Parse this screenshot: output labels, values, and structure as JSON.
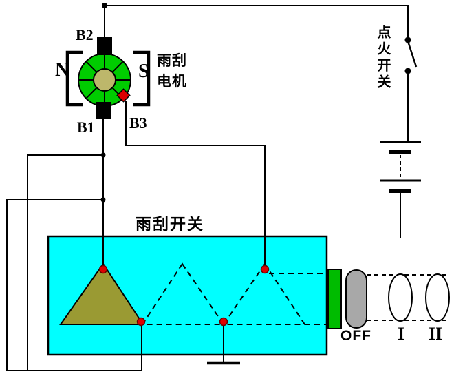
{
  "motor": {
    "label": "雨刮电机",
    "brushes": {
      "top": "B2",
      "bottom_left": "B1",
      "bottom_right": "B3"
    },
    "poles": {
      "left": "N",
      "right": "S"
    }
  },
  "ignition_switch": {
    "label": "点火开关"
  },
  "wiper_switch": {
    "label": "雨刮开关",
    "positions": {
      "off": "OFF",
      "pos1": "I",
      "pos2": "II"
    }
  },
  "colors": {
    "wire": "#000000",
    "switch_box_fill": "#00ffff",
    "contact_triangle_fill": "#9a9a33",
    "connector_fill": "#00bb00",
    "knob_fill": "#a8a8a8",
    "contact_dot_fill": "#dd0000",
    "motor_ring_fill": "#00cc00",
    "motor_core_fill": "#bdb76b",
    "brush_b3_fill": "#dd0000",
    "background": "#ffffff"
  }
}
